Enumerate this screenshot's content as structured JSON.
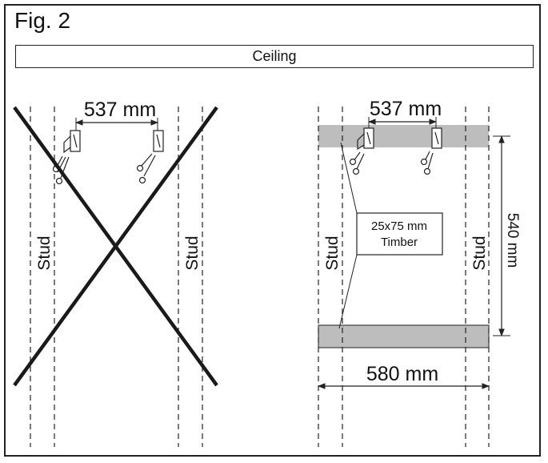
{
  "figure": {
    "title": "Fig. 2"
  },
  "ceiling": {
    "label": "Ceiling"
  },
  "left_panel": {
    "dimension_label": "537 mm",
    "stud_label_left": "Stud",
    "stud_label_right": "Stud"
  },
  "right_panel": {
    "dimension_top_label": "537 mm",
    "dimension_bottom_label": "580 mm",
    "dimension_vertical_label": "540 mm",
    "timber_label_line1": "25x75 mm",
    "timber_label_line2": "Timber",
    "stud_label_left": "Stud",
    "stud_label_right": "Stud"
  },
  "colors": {
    "line": "#222222",
    "timber": "#bdbdbd",
    "cross": "#1a1a1a"
  }
}
